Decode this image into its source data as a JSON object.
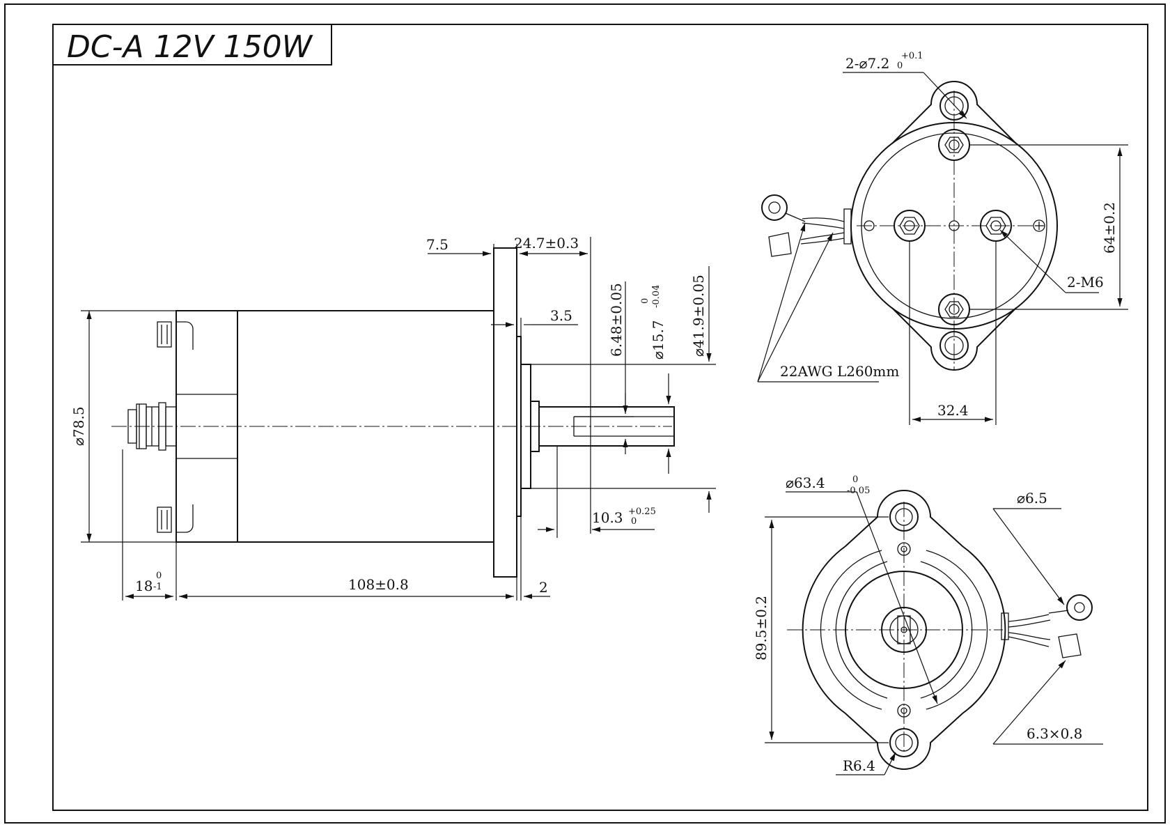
{
  "title": "DC-A 12V 150W",
  "side_view": {
    "dims": {
      "d_785": "⌀78.5",
      "d_75": "7.5",
      "d_247": "24.7±0.3",
      "d_35": "3.5",
      "d_648": "6.48±0.05",
      "d_157": "⌀15.7",
      "d_157_up": "0",
      "d_157_lo": "-0.04",
      "d_419": "⌀41.9±0.05",
      "d_103": "10.3",
      "d_103_up": "+0.25",
      "d_103_lo": "0",
      "d_18": "18",
      "d_18_up": "0",
      "d_18_lo": "-1",
      "d_108": "108±0.8",
      "d_2": "2"
    }
  },
  "rear_view": {
    "dims": {
      "holes": "2-⌀7.2",
      "holes_up": "+0.1",
      "holes_lo": "0",
      "m6": "2-M6",
      "d_64": "64±0.2",
      "wire": "22AWG   L260mm",
      "d_324": "32.4"
    }
  },
  "front_view": {
    "dims": {
      "d_634": "⌀63.4",
      "d_634_up": "0",
      "d_634_lo": "-0.05",
      "d_65": "⌀6.5",
      "d_895": "89.5±0.2",
      "tab": "6.3×0.8",
      "r64": "R6.4"
    }
  }
}
